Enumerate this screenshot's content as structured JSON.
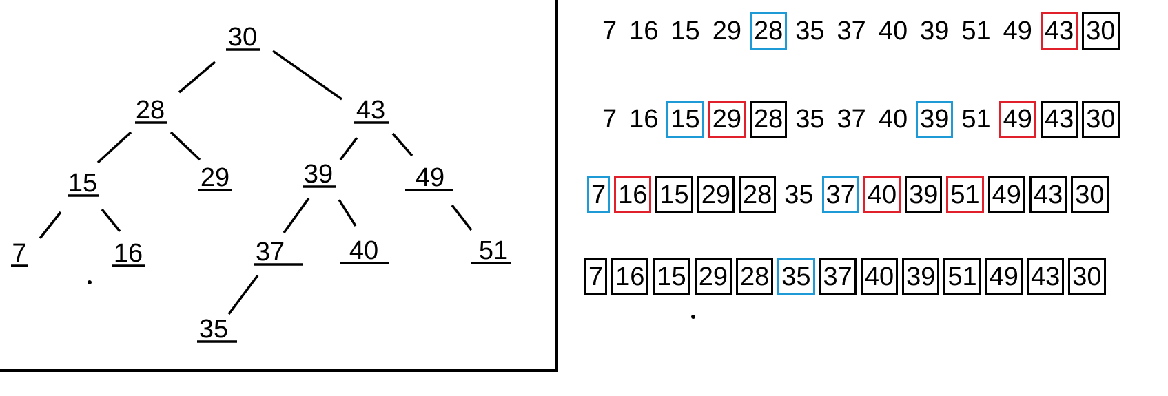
{
  "colors": {
    "black": "#000000",
    "blue": "#1e9bd7",
    "red": "#e0202a",
    "background": "#ffffff"
  },
  "tree": {
    "nodes": [
      {
        "id": "n30",
        "label": "30"
      },
      {
        "id": "n28",
        "label": "28"
      },
      {
        "id": "n43",
        "label": "43"
      },
      {
        "id": "n15",
        "label": "15"
      },
      {
        "id": "n29",
        "label": "29"
      },
      {
        "id": "n39",
        "label": "39"
      },
      {
        "id": "n49",
        "label": "49"
      },
      {
        "id": "n7",
        "label": "7"
      },
      {
        "id": "n16",
        "label": "16"
      },
      {
        "id": "n37",
        "label": "37"
      },
      {
        "id": "n40",
        "label": "40"
      },
      {
        "id": "n51",
        "label": "51"
      },
      {
        "id": "n35",
        "label": "35"
      }
    ],
    "edges": [
      [
        "n30",
        "n28"
      ],
      [
        "n30",
        "n43"
      ],
      [
        "n28",
        "n15"
      ],
      [
        "n28",
        "n29"
      ],
      [
        "n43",
        "n39"
      ],
      [
        "n43",
        "n49"
      ],
      [
        "n15",
        "n7"
      ],
      [
        "n15",
        "n16"
      ],
      [
        "n39",
        "n37"
      ],
      [
        "n39",
        "n40"
      ],
      [
        "n49",
        "n51"
      ],
      [
        "n37",
        "n35"
      ]
    ]
  },
  "sequence_rows": [
    {
      "cells": [
        {
          "v": "7",
          "box": "none"
        },
        {
          "v": "16",
          "box": "none"
        },
        {
          "v": "15",
          "box": "none"
        },
        {
          "v": "29",
          "box": "none"
        },
        {
          "v": "28",
          "box": "blue"
        },
        {
          "v": "35",
          "box": "none"
        },
        {
          "v": "37",
          "box": "none"
        },
        {
          "v": "40",
          "box": "none"
        },
        {
          "v": "39",
          "box": "none"
        },
        {
          "v": "51",
          "box": "none"
        },
        {
          "v": "49",
          "box": "none"
        },
        {
          "v": "43",
          "box": "red"
        },
        {
          "v": "30",
          "box": "black"
        }
      ]
    },
    {
      "cells": [
        {
          "v": "7",
          "box": "none"
        },
        {
          "v": "16",
          "box": "none"
        },
        {
          "v": "15",
          "box": "blue"
        },
        {
          "v": "29",
          "box": "red"
        },
        {
          "v": "28",
          "box": "black"
        },
        {
          "v": "35",
          "box": "none"
        },
        {
          "v": "37",
          "box": "none"
        },
        {
          "v": "40",
          "box": "none"
        },
        {
          "v": "39",
          "box": "blue"
        },
        {
          "v": "51",
          "box": "none"
        },
        {
          "v": "49",
          "box": "red"
        },
        {
          "v": "43",
          "box": "black"
        },
        {
          "v": "30",
          "box": "black"
        }
      ]
    },
    {
      "cells": [
        {
          "v": "7",
          "box": "blue"
        },
        {
          "v": "16",
          "box": "red"
        },
        {
          "v": "15",
          "box": "black"
        },
        {
          "v": "29",
          "box": "black"
        },
        {
          "v": "28",
          "box": "black"
        },
        {
          "v": "35",
          "box": "none"
        },
        {
          "v": "37",
          "box": "blue"
        },
        {
          "v": "40",
          "box": "red"
        },
        {
          "v": "39",
          "box": "black"
        },
        {
          "v": "51",
          "box": "red"
        },
        {
          "v": "49",
          "box": "black"
        },
        {
          "v": "43",
          "box": "black"
        },
        {
          "v": "30",
          "box": "black"
        }
      ]
    },
    {
      "cells": [
        {
          "v": "7",
          "box": "black"
        },
        {
          "v": "16",
          "box": "black"
        },
        {
          "v": "15",
          "box": "black"
        },
        {
          "v": "29",
          "box": "black"
        },
        {
          "v": "28",
          "box": "black"
        },
        {
          "v": "35",
          "box": "blue"
        },
        {
          "v": "37",
          "box": "black"
        },
        {
          "v": "40",
          "box": "black"
        },
        {
          "v": "39",
          "box": "black"
        },
        {
          "v": "51",
          "box": "black"
        },
        {
          "v": "49",
          "box": "black"
        },
        {
          "v": "43",
          "box": "black"
        },
        {
          "v": "30",
          "box": "black"
        }
      ]
    }
  ]
}
